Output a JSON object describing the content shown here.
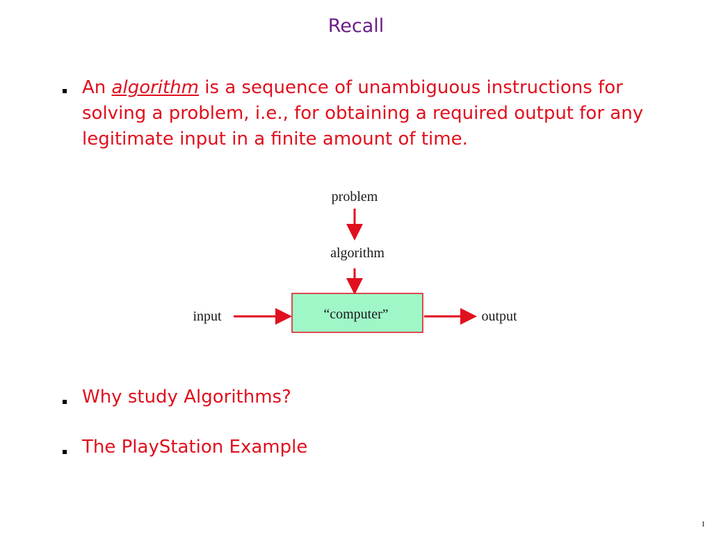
{
  "slide": {
    "title": "Recall",
    "page_number": "1"
  },
  "definition": {
    "prefix": "An ",
    "term": "algorithm",
    "line1_rest": " is a sequence of unambiguous instructions for",
    "line2": "solving a problem, i.e., for obtaining a required output for any",
    "line3": "legitimate input in a finite amount of time.",
    "trailing_symbol": ""
  },
  "diagram": {
    "problem_label": "problem",
    "algorithm_label": "algorithm",
    "computer_label": "“computer”",
    "input_label": "input",
    "output_label": "output",
    "box_fill": "#9ff7c8",
    "arrow_color": "#e0101e"
  },
  "bullets": [
    {
      "text": "Why study Algorithms?"
    },
    {
      "text": "The PlayStation  Example"
    }
  ],
  "colors": {
    "title": "#6b1e86",
    "body_text": "#e0101e"
  }
}
